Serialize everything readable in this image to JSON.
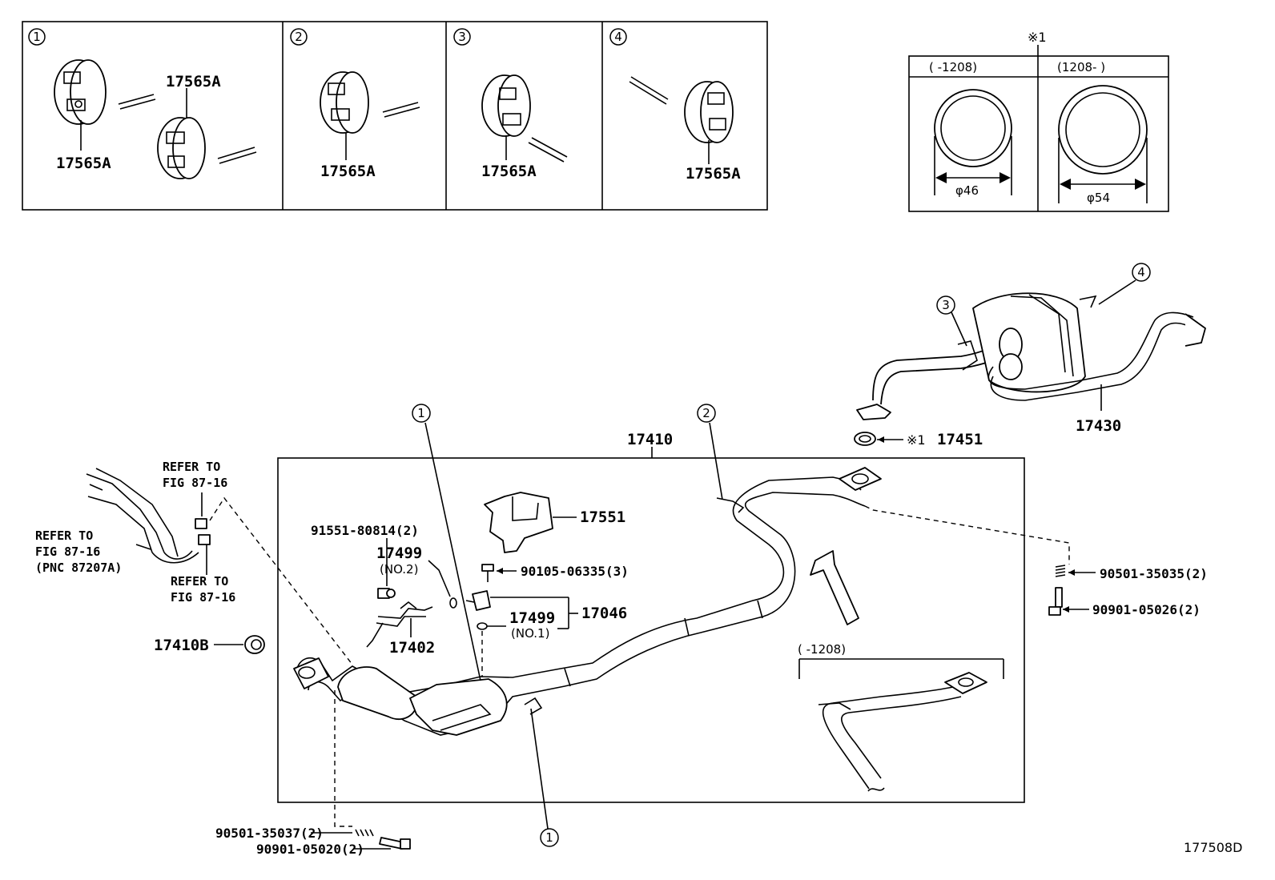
{
  "insets": {
    "boxes": [
      {
        "num": "1",
        "parts": [
          "17565A",
          "17565A"
        ]
      },
      {
        "num": "2",
        "parts": [
          "17565A"
        ]
      },
      {
        "num": "3",
        "parts": [
          "17565A"
        ]
      },
      {
        "num": "4",
        "parts": [
          "17565A"
        ]
      }
    ]
  },
  "gasket_inset": {
    "mark": "※1",
    "left_header": "(      -1208)",
    "right_header": "(1208-      )",
    "left_dim": "φ46",
    "right_dim": "φ54"
  },
  "callouts": {
    "c1": "1",
    "c2": "2",
    "c3": "3",
    "c4": "4"
  },
  "labels": {
    "p17410": "17410",
    "p17451": "17451",
    "mark1": "※1",
    "p17430": "17430",
    "p17551": "17551",
    "p91551": "91551-80814(2)",
    "p17499a": "17499",
    "no2": "(NO.2)",
    "p90105": "90105-06335(3)",
    "p17499b": "17499",
    "no1": "(NO.1)",
    "p17046": "17046",
    "p17402": "17402",
    "p17410b": "17410B",
    "p90501a": "90501-35035(2)",
    "p90901a": "90901-05026(2)",
    "p90501b": "90501-35037(2)",
    "p90901b": "90901-05020(2)",
    "refer1a": "REFER TO",
    "refer1b": "FIG 87-16",
    "refer2a": "REFER TO",
    "refer2b": "FIG 87-16",
    "refer2c": "(PNC 87207A)",
    "refer3a": "REFER TO",
    "refer3b": "FIG 87-16",
    "range_label": "(      -1208)",
    "figure_id": "177508D"
  }
}
